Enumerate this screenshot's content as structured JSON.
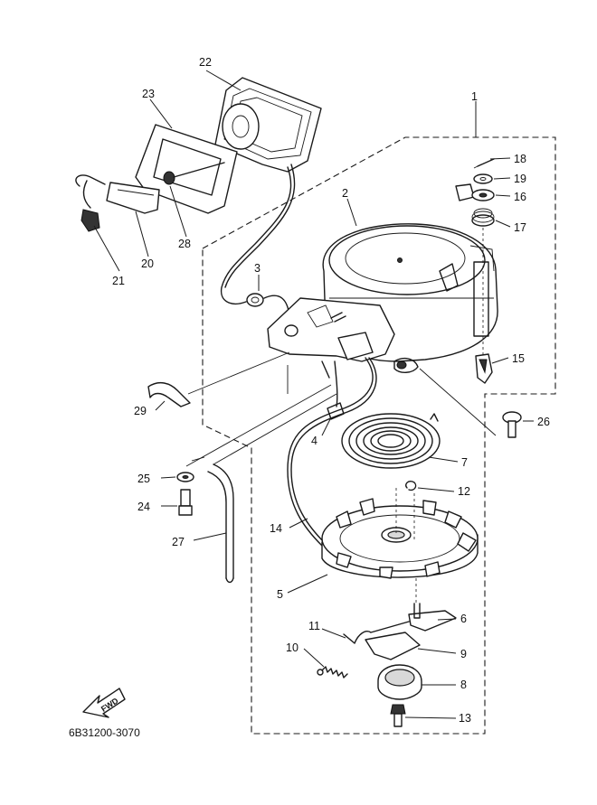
{
  "diagram_code": "6B31200-3070",
  "direction_label": "FWD",
  "callouts": [
    "1",
    "2",
    "3",
    "4",
    "5",
    "6",
    "7",
    "8",
    "9",
    "10",
    "11",
    "12",
    "13",
    "14",
    "15",
    "16",
    "17",
    "18",
    "19",
    "20",
    "21",
    "22",
    "23",
    "24",
    "25",
    "26",
    "27",
    "28",
    "29"
  ]
}
